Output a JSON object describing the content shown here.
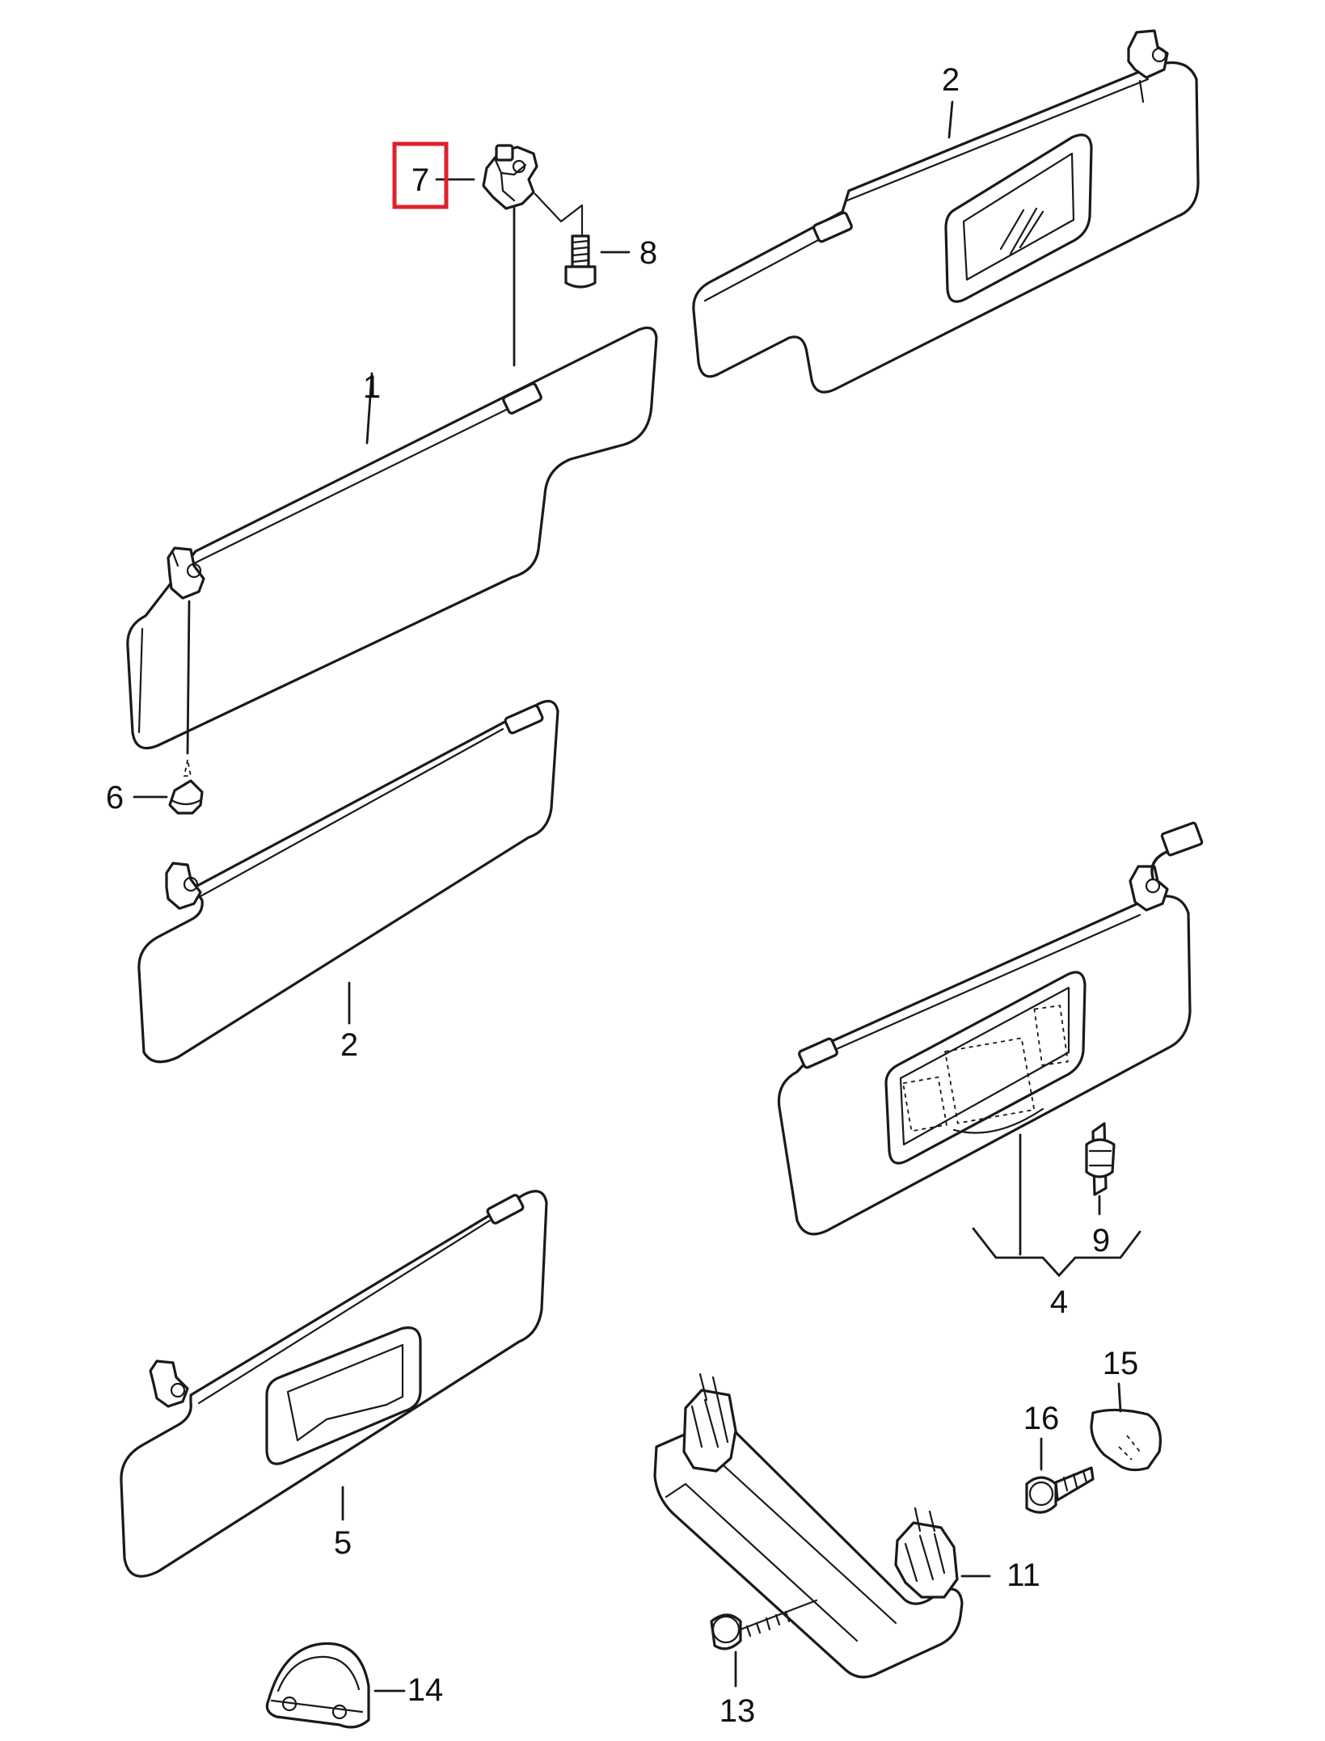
{
  "diagram": {
    "callouts": [
      "1",
      "2",
      "2",
      "4",
      "5",
      "6",
      "7",
      "8",
      "9",
      "11",
      "13",
      "14",
      "15",
      "16"
    ],
    "highlighted_callout": "7",
    "highlight_color": "#e0202a",
    "line_color": "#1a1a1a"
  }
}
